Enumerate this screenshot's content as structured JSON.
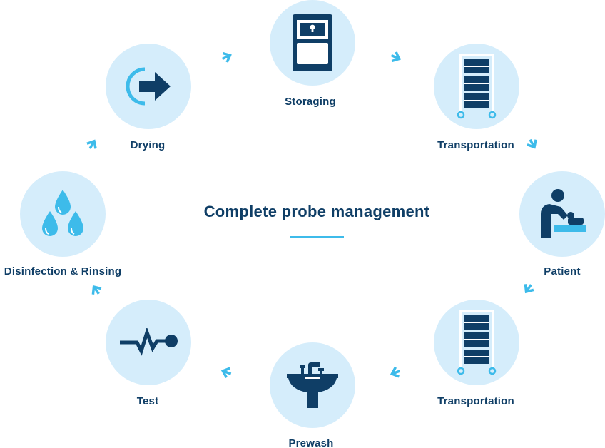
{
  "title": "Complete probe management",
  "colors": {
    "circle": "#d5edfb",
    "icon": "#0f3e66",
    "accent": "#3dbbea",
    "text": "#0f3e66"
  },
  "steps": [
    {
      "label": "Storaging",
      "icon": "storage-cabinet-icon"
    },
    {
      "label": "Transportation",
      "icon": "cart-icon"
    },
    {
      "label": "Patient",
      "icon": "patient-exam-icon"
    },
    {
      "label": "Transportation",
      "icon": "cart-icon"
    },
    {
      "label": "Prewash",
      "icon": "sink-icon"
    },
    {
      "label": "Test",
      "icon": "pulse-probe-icon"
    },
    {
      "label": "Disinfection & Rinsing",
      "icon": "water-drops-icon"
    },
    {
      "label": "Drying",
      "icon": "exit-arrow-icon"
    }
  ]
}
